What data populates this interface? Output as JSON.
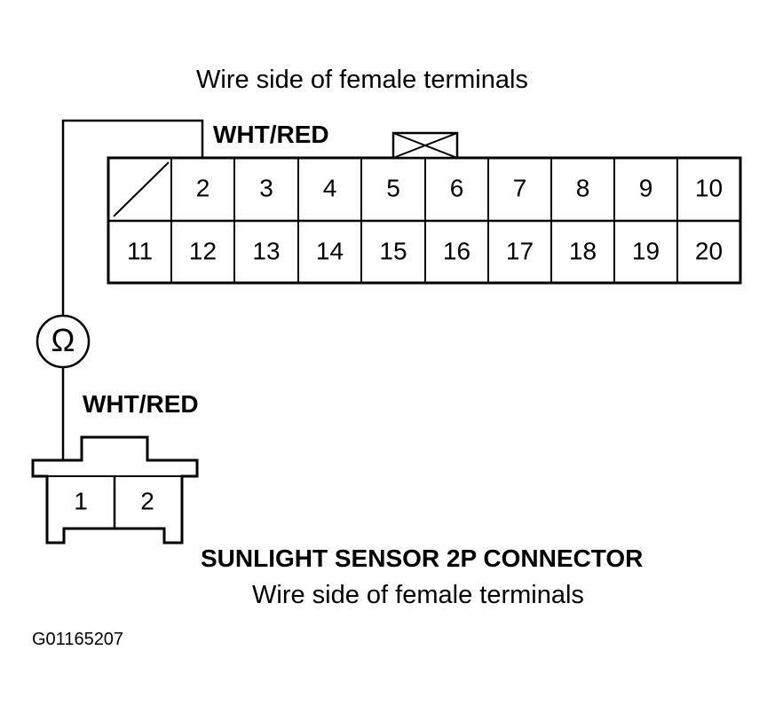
{
  "top_connector": {
    "caption": "Wire side of female terminals",
    "wire_label": "WHT/RED",
    "rows": [
      [
        "",
        "2",
        "3",
        "4",
        "5",
        "6",
        "7",
        "8",
        "9",
        "10"
      ],
      [
        "11",
        "12",
        "13",
        "14",
        "15",
        "16",
        "17",
        "18",
        "19",
        "20"
      ]
    ]
  },
  "meter": {
    "symbol": "Ω"
  },
  "bottom_connector": {
    "wire_label": "WHT/RED",
    "title": "SUNLIGHT SENSOR 2P CONNECTOR",
    "caption": "Wire side of female terminals",
    "pins": [
      "1",
      "2"
    ]
  },
  "figure_id": "G01165207"
}
